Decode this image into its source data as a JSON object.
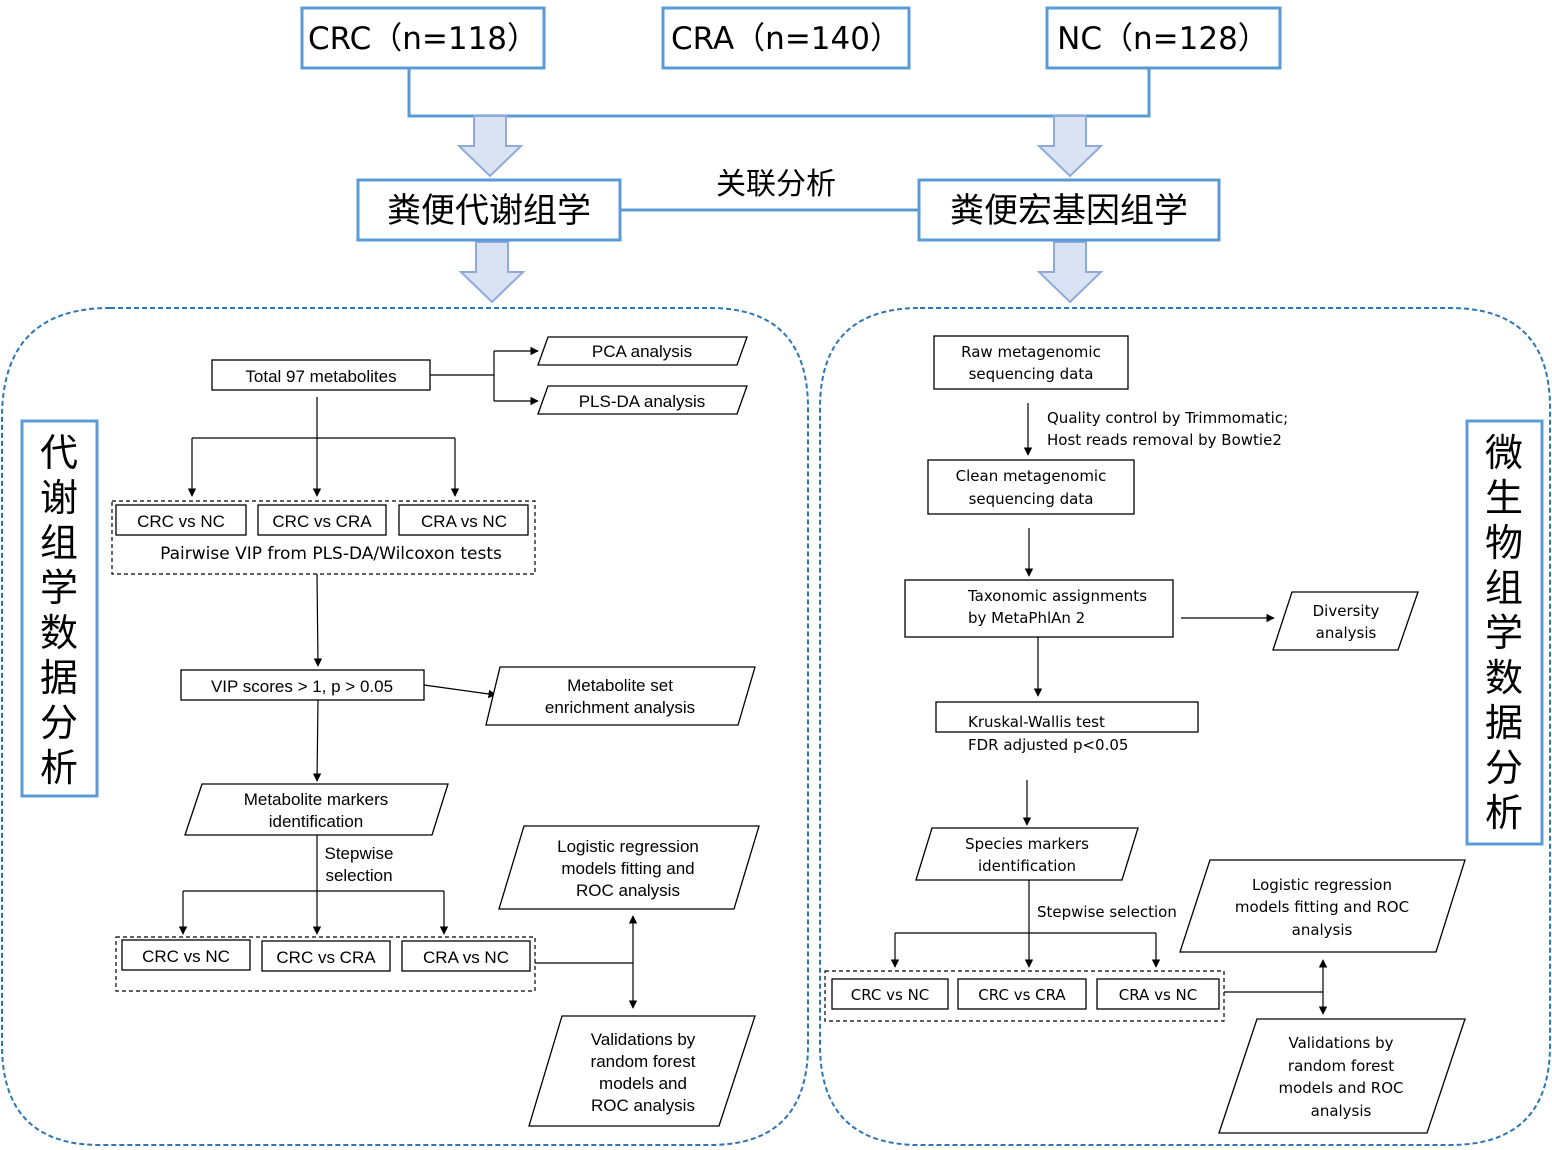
{
  "top_groups": {
    "crc": "CRC（n=118）",
    "cra": "CRA（n=140）",
    "nc": "NC（n=128）"
  },
  "omics": {
    "left": "粪便代谢组学",
    "right": "粪便宏基因组学",
    "link": "关联分析"
  },
  "side_labels": {
    "left": [
      "代",
      "谢",
      "组",
      "学",
      "数",
      "据",
      "分",
      "析"
    ],
    "right": [
      "微",
      "生",
      "物",
      "组",
      "学",
      "数",
      "据",
      "分",
      "析"
    ]
  },
  "left_flow": {
    "total": "Total 97 metabolites",
    "pca": "PCA analysis",
    "plsda": "PLS-DA analysis",
    "comparisons": [
      "CRC vs NC",
      "CRC vs CRA",
      "CRA vs NC"
    ],
    "pairwise": "Pairwise VIP from PLS-DA/Wilcoxon tests",
    "vip": "VIP scores > 1, p > 0.05",
    "enrichment": [
      "Metabolite  set",
      "enrichment analysis"
    ],
    "markers": [
      "Metabolite markers",
      "identification"
    ],
    "stepwise": [
      "Stepwise",
      "selection"
    ],
    "final_comparisons": [
      "CRC vs NC",
      "CRC vs CRA",
      "CRA vs NC"
    ],
    "logistic": [
      "Logistic regression",
      "models fitting and",
      "ROC analysis"
    ],
    "validation": [
      "Validations  by",
      "random forest",
      "models and",
      "ROC analysis"
    ]
  },
  "right_flow": {
    "raw": [
      "Raw metagenomic",
      "sequencing data"
    ],
    "qc": [
      "Quality control by Trimmomatic;",
      "Host reads removal  by Bowtie2"
    ],
    "clean": [
      "Clean metagenomic",
      "sequencing data"
    ],
    "taxonomy": [
      "Taxonomic assignments",
      "by MetaPhlAn 2"
    ],
    "diversity": [
      "Diversity",
      "analysis"
    ],
    "kw": "Kruskal-Wallis test",
    "fdr": "FDR adjusted p<0.05",
    "species": [
      "Species markers",
      "identification"
    ],
    "stepwise": "Stepwise selection",
    "comparisons": [
      "CRC vs NC",
      "CRC vs CRA",
      "CRA vs NC"
    ],
    "logistic": [
      "Logistic regression",
      "models fitting and ROC",
      "analysis"
    ],
    "validation": [
      "Validations by",
      "random forest",
      "models and ROC",
      "analysis"
    ]
  },
  "colors": {
    "accent_border": "#5b9bd5",
    "arrow_fill": "#dae3f3",
    "panel_dash": "#2e75b6",
    "line": "#000000"
  }
}
